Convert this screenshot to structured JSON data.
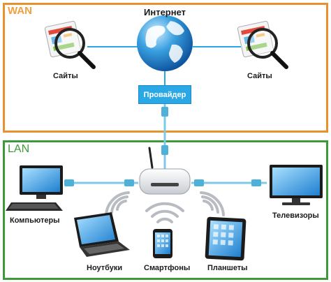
{
  "zones": {
    "wan": "WAN",
    "lan": "LAN"
  },
  "labels": {
    "internet": "Интернет",
    "sites_left": "Сайты",
    "sites_right": "Сайты",
    "provider": "Провайдер",
    "computers": "Компьютеры",
    "tvs": "Телевизоры",
    "laptops": "Ноутбуки",
    "smartphones": "Смартфоны",
    "tablets": "Планшеты"
  },
  "colors": {
    "wan_border": "#e8922e",
    "lan_border": "#3c9a3a",
    "provider_fill": "#2aa8e6",
    "link_line": "#2aa8e6",
    "cable": "#7fc8e8"
  },
  "icons": [
    "globe-icon",
    "website-magnifier-icon",
    "router-icon",
    "desktop-computer-icon",
    "television-icon",
    "laptop-icon",
    "smartphone-icon",
    "tablet-icon",
    "wifi-signal-icon",
    "ethernet-cable-icon"
  ]
}
